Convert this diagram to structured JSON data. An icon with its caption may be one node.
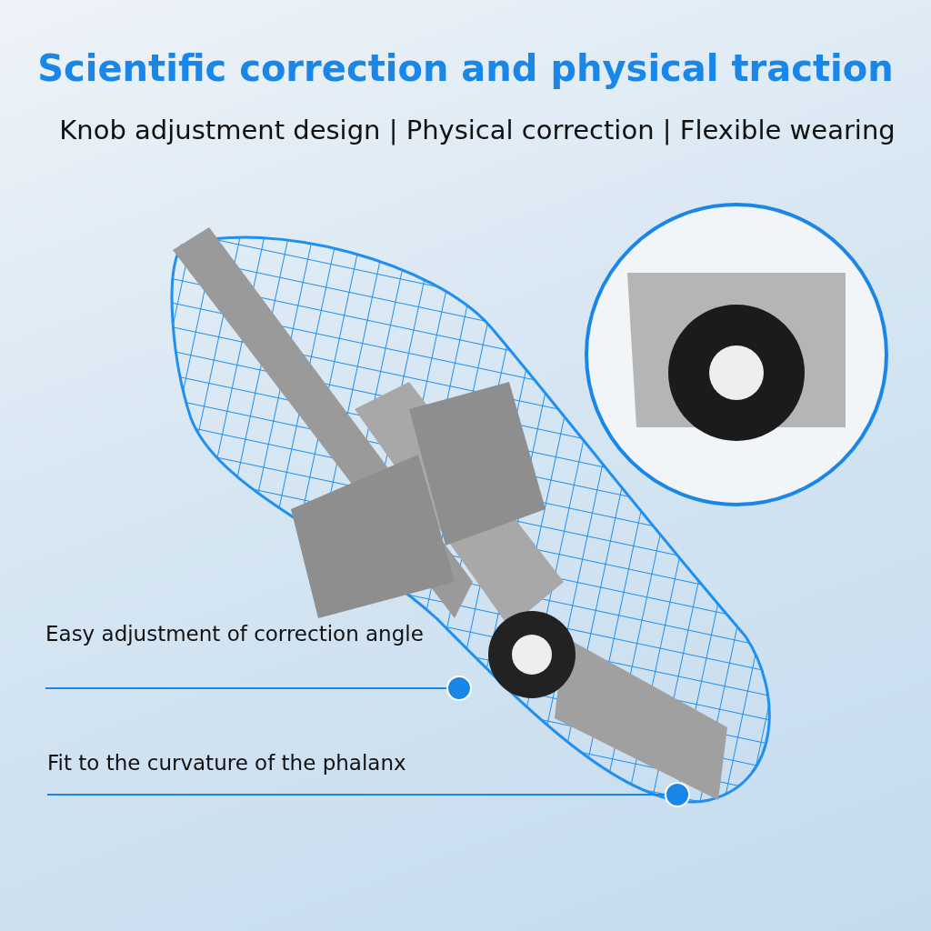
{
  "diagram": {
    "title": "Scientific correction and physical traction",
    "nodes": [
      {
        "text": [
          "Easy adjustment of correction angle"
        ]
      },
      {
        "text": [
          "Fit to the curvature of the phalanx"
        ]
      }
    ],
    "edges": [
      {
        "from": 0,
        "to": null,
        "arrow": "other"
      },
      {
        "from": 1,
        "to": null,
        "arrow": "other"
      }
    ],
    "labels": [
      "Knob adjustment design | Physical correction | Flexible wearing"
    ]
  }
}
